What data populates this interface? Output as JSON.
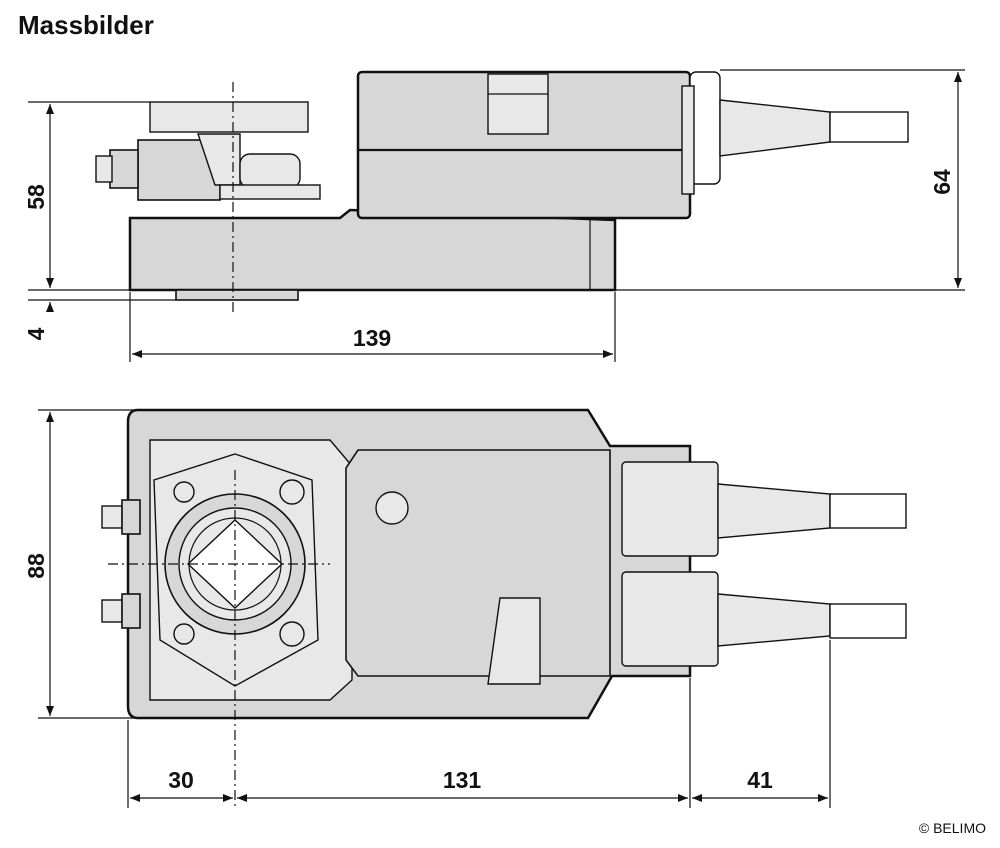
{
  "title": "Massbilder",
  "copyright": "© BELIMO",
  "dimensions": {
    "height_side": "58",
    "flange": "4",
    "total_length": "139",
    "overall_height": "64",
    "width": "88",
    "shaft_offset": "30",
    "body_length": "131",
    "cable_length": "41"
  }
}
